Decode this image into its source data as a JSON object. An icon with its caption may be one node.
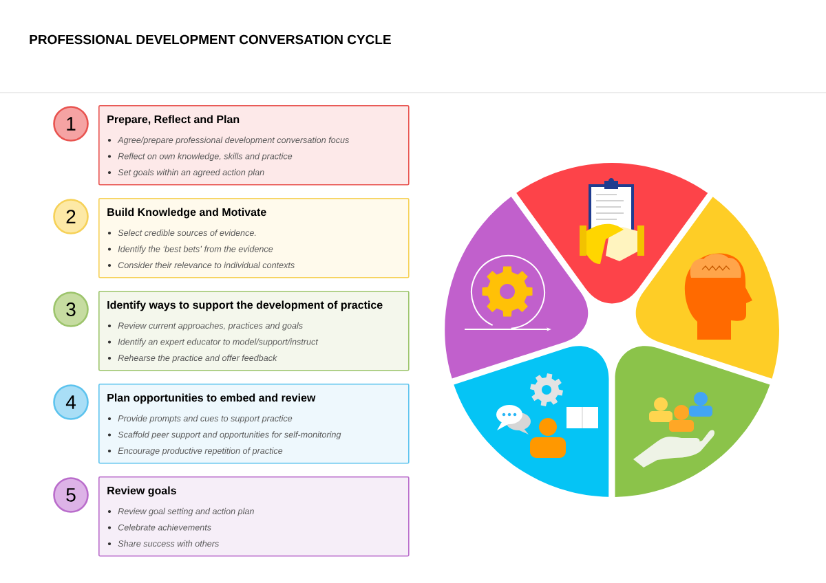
{
  "diagram": {
    "title": "PROFESSIONAL DEVELOPMENT CONVERSATION CYCLE",
    "nodes": [
      {
        "text": [
          "1"
        ]
      },
      {
        "text": [
          "Prepare, Reflect and Plan",
          "Agree/prepare professional development conversation focus",
          "Reflect on own knowledge, skills and practice",
          "Set goals within an agreed action plan"
        ]
      },
      {
        "text": [
          "2"
        ]
      },
      {
        "text": [
          "Build Knowledge and Motivate",
          "Select credible sources of evidence.",
          "Identify the ‘best bets’ from the evidence",
          "Consider their relevance to individual contexts"
        ]
      },
      {
        "text": [
          "3"
        ]
      },
      {
        "text": [
          "Identify ways to support the development of practice",
          "Review current approaches, practices and goals",
          "Identify an expert educator to model/support/instruct",
          "Rehearse the practice and offer feedback"
        ]
      },
      {
        "text": [
          "4"
        ]
      },
      {
        "text": [
          "Plan opportunities to embed and review",
          "Provide prompts and cues to support practice",
          "Scaffold peer support and opportunities for self-monitoring",
          "Encourage productive repetition of practice"
        ]
      },
      {
        "text": [
          "5"
        ]
      },
      {
        "text": [
          "Review goals",
          "Review goal setting and action plan",
          "Celebrate achievements",
          "Share success with others"
        ]
      }
    ]
  }
}
